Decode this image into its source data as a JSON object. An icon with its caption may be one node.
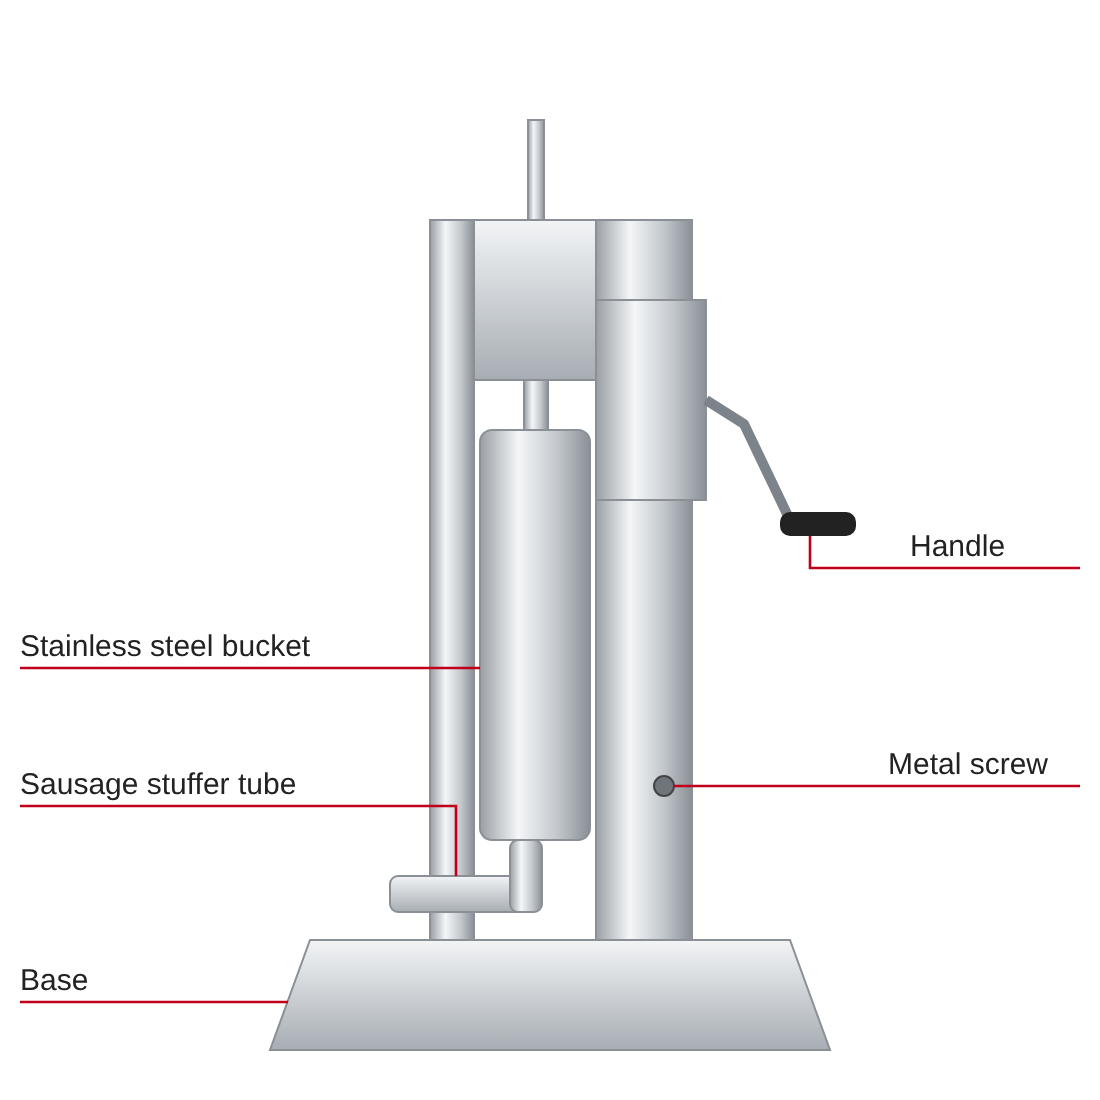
{
  "diagram": {
    "nodes": [
      {
        "text": [
          "Handle"
        ]
      },
      {
        "text": [
          "Stainless steel bucket"
        ]
      },
      {
        "text": [
          "Metal screw"
        ]
      },
      {
        "text": [
          "Sausage stuffer tube"
        ]
      },
      {
        "text": [
          "Base"
        ]
      },
      {
        "text": [],
        "shape": "picture"
      },
      {
        "text": [],
        "shape": "picture"
      },
      {
        "text": [],
        "shape": "picture"
      },
      {
        "text": [],
        "shape": "picture"
      },
      {
        "text": [],
        "shape": "picture"
      }
    ],
    "edges": [
      {
        "from": 0,
        "to": 5,
        "arrow": "none"
      },
      {
        "from": 1,
        "to": 6,
        "arrow": "none"
      },
      {
        "from": 2,
        "to": 7,
        "arrow": "none"
      },
      {
        "from": 3,
        "to": 8,
        "arrow": "none"
      },
      {
        "from": 4,
        "to": 9,
        "arrow": "none"
      }
    ]
  }
}
